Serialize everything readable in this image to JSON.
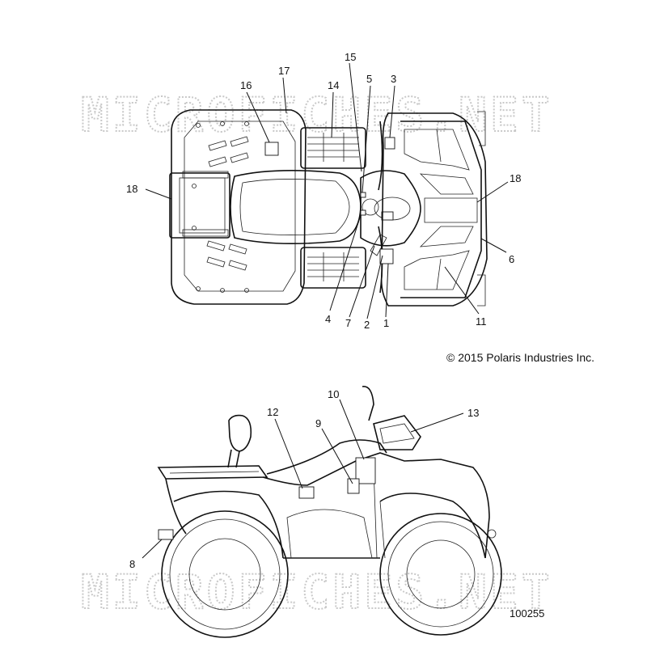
{
  "watermark": "MICROFICHES.NET",
  "copyright": "© 2015 Polaris Industries Inc.",
  "document_id": "100255",
  "callouts_top": {
    "c1": "1",
    "c2": "2",
    "c3": "3",
    "c4": "4",
    "c5": "5",
    "c6": "6",
    "c7": "7",
    "c11": "11",
    "c14": "14",
    "c15": "15",
    "c16": "16",
    "c17": "17",
    "c18_left": "18",
    "c18_right": "18"
  },
  "callouts_side": {
    "c8": "8",
    "c9": "9",
    "c10": "10",
    "c12": "12",
    "c13": "13"
  }
}
